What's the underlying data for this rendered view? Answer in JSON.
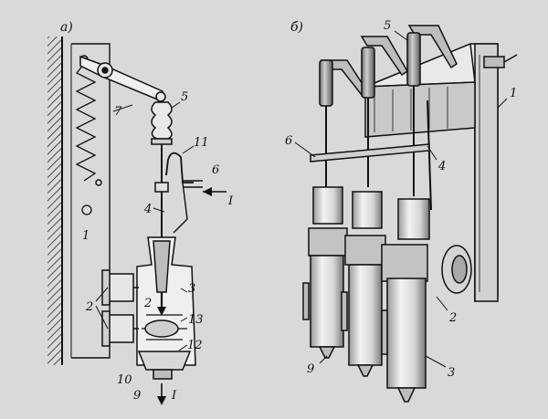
{
  "panels": [
    {
      "id": "a",
      "label": "а)"
    },
    {
      "id": "b",
      "label": "б)"
    }
  ],
  "panel_a_labels": {
    "spring": "7",
    "wall": "1",
    "insulator_top": "5",
    "bus": "11",
    "terminal": "6",
    "current_in": "I",
    "rod": "4",
    "fixings": "2",
    "chamber": "2",
    "tank": "3",
    "contact": "13",
    "cap": "12",
    "bottom": "10",
    "nozzle": "9",
    "current_out": "I"
  },
  "panel_b_labels": {
    "insulator": "5",
    "frame": "1",
    "bar": "6",
    "rod": "4",
    "chamber": "2",
    "nozzle": "9",
    "tank": "3"
  },
  "colors": {
    "background": "#d9d9d9",
    "ink": "#111111",
    "shade": "#bdbdbd",
    "light": "#f2f2f2"
  }
}
